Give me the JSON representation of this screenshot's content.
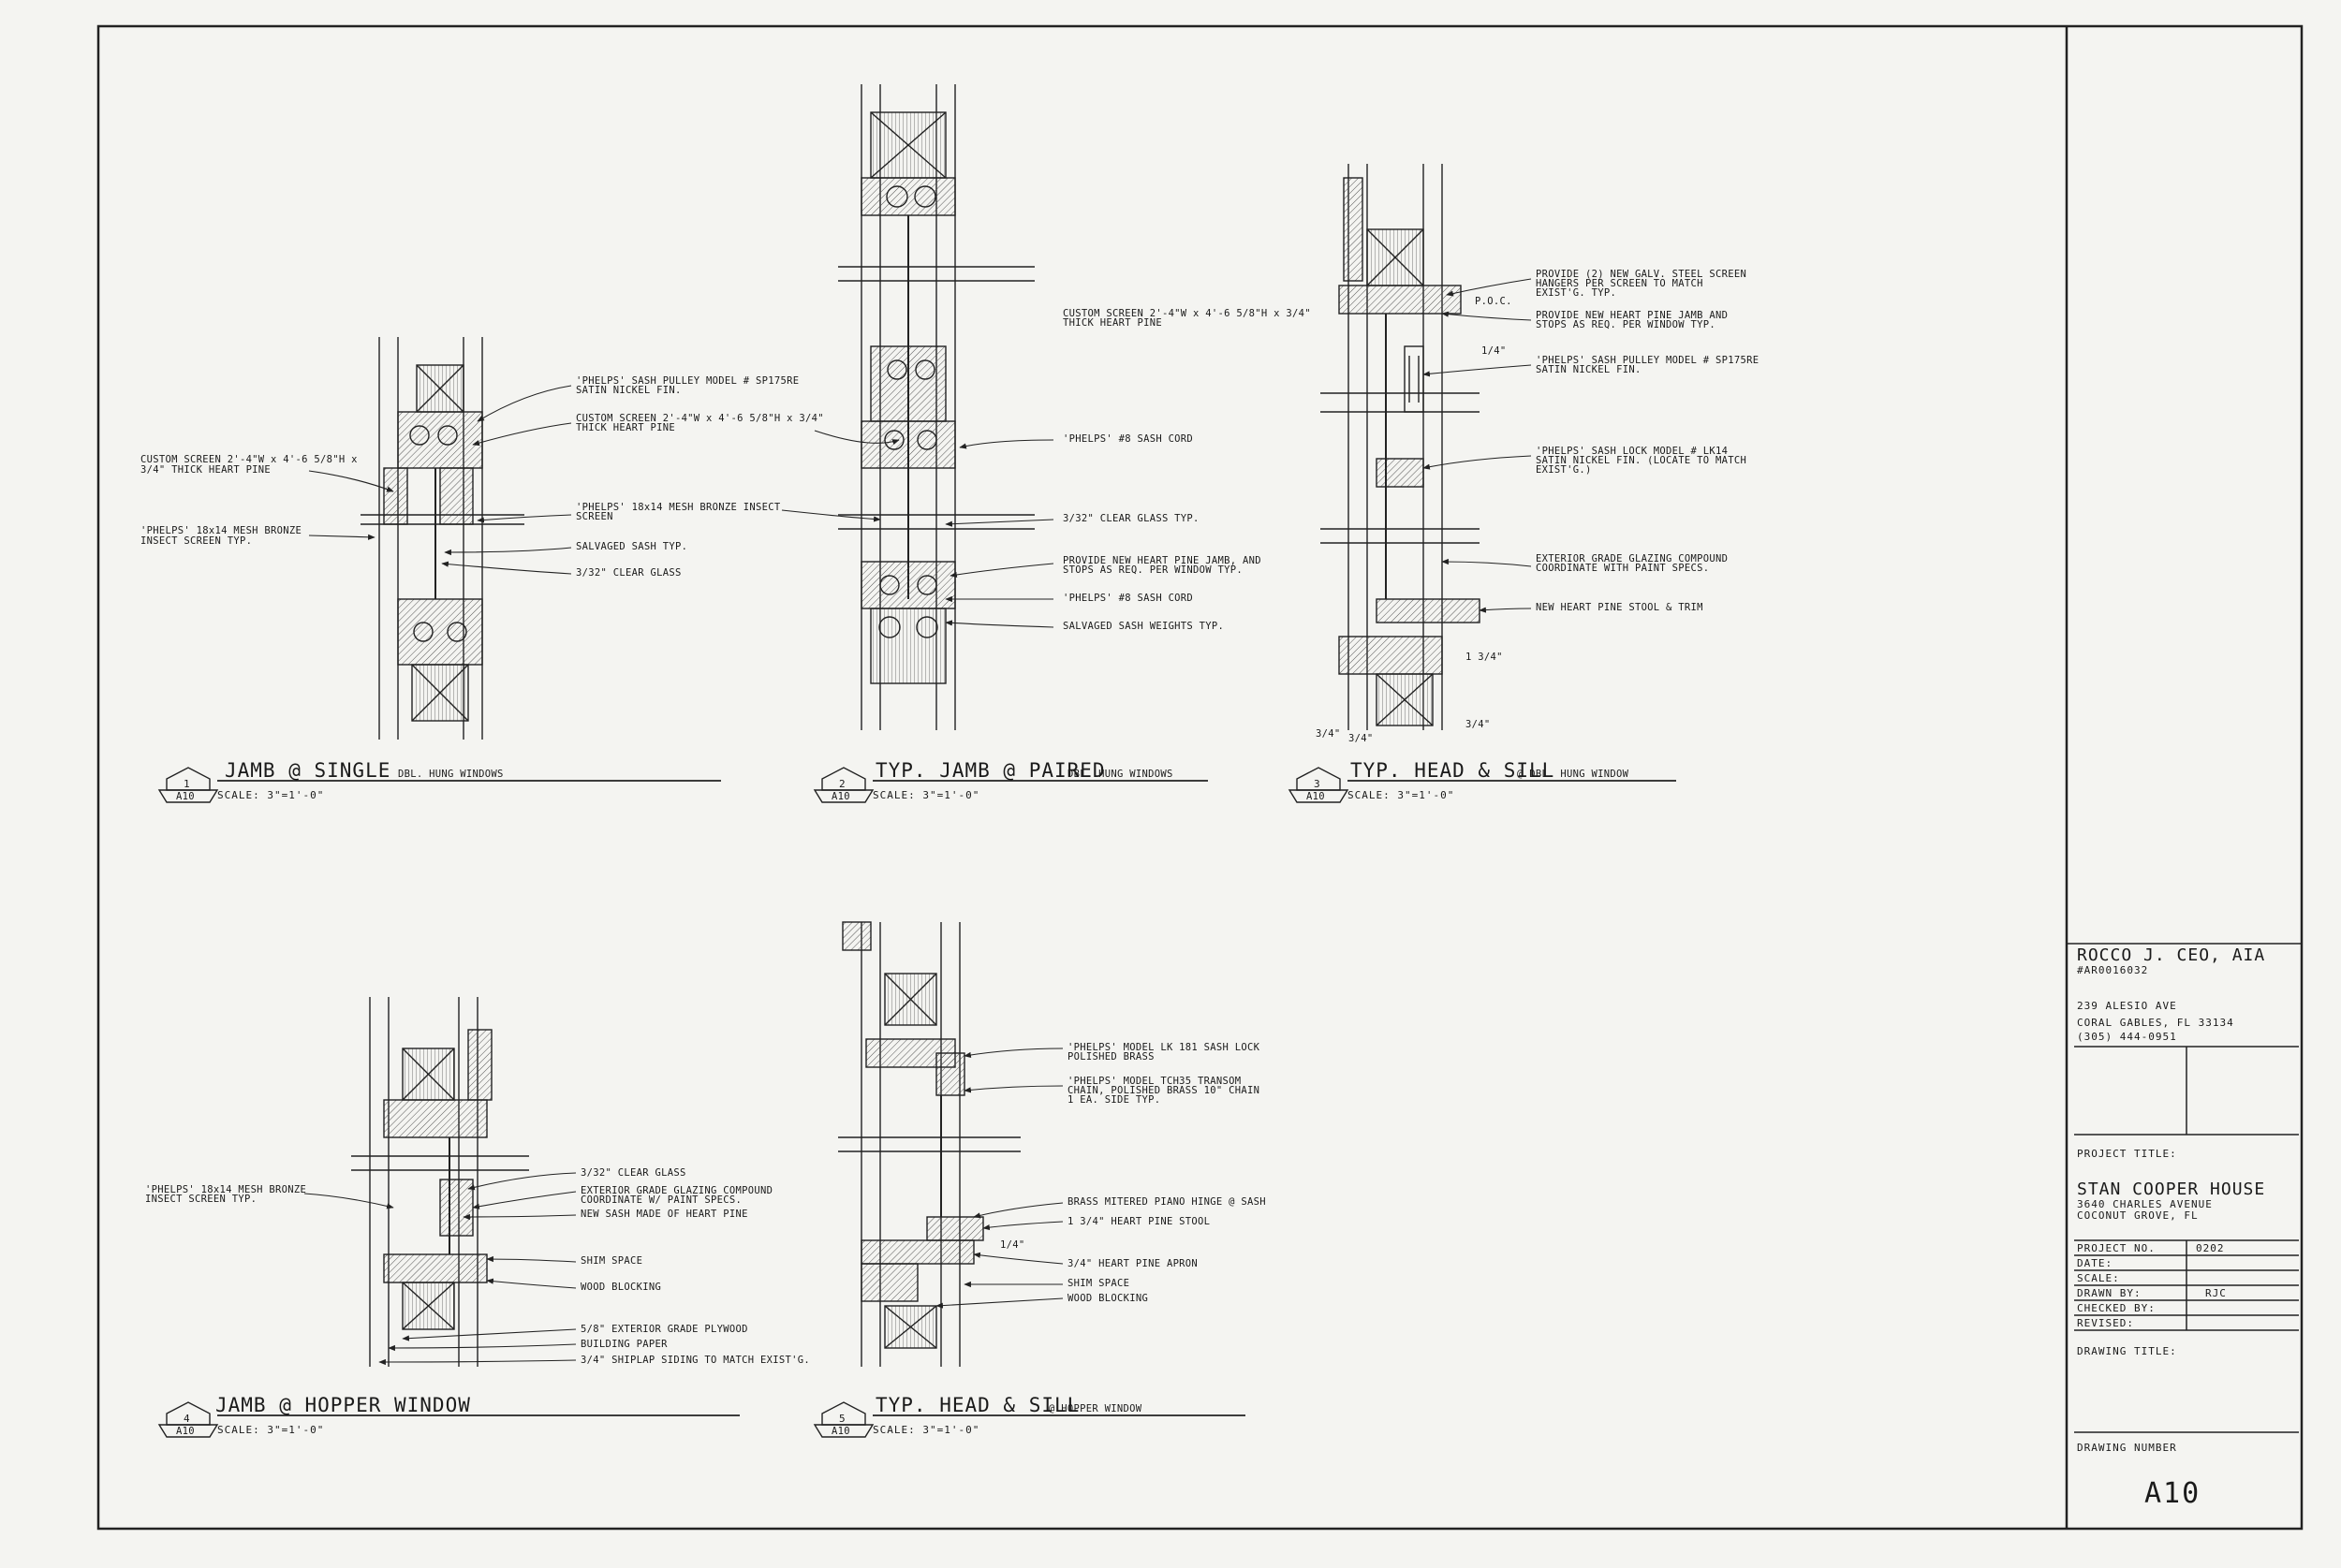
{
  "details": [
    {
      "key": "d1",
      "number": "1",
      "sheet_ref": "A10",
      "title": "JAMB @ SINGLE",
      "subtitle": "DBL. HUNG WINDOWS",
      "scale": "SCALE: 3\"=1'-0\"",
      "notes": [
        "'PHELPS' SASH PULLEY MODEL # SP175RE",
        "SATIN NICKEL FIN.",
        "CUSTOM SCREEN 2'-4\"W x 4'-6 5/8\"H x 3/4\"",
        "THICK HEART PINE",
        "CUSTOM SCREEN 2'-4\"W x 4'-6 5/8\"H x",
        "3/4\" THICK HEART PINE",
        "'PHELPS' 18x14 MESH BRONZE INSECT",
        "SCREEN",
        "'PHELPS' 18x14 MESH BRONZE",
        "INSECT SCREEN TYP.",
        "SALVAGED SASH TYP.",
        "3/32\" CLEAR GLASS"
      ]
    },
    {
      "key": "d2",
      "number": "2",
      "sheet_ref": "A10",
      "title": "TYP. JAMB @ PAIRED",
      "subtitle": "DBL. HUNG WINDOWS",
      "scale": "SCALE: 3\"=1'-0\"",
      "notes": [
        "CUSTOM SCREEN 2'-4\"W x 4'-6 5/8\"H x 3/4\"",
        "THICK HEART PINE",
        "'PHELPS' #8 SASH CORD",
        "3/32\" CLEAR GLASS TYP.",
        "PROVIDE NEW HEART PINE JAMB, AND",
        "STOPS AS REQ. PER WINDOW TYP.",
        "'PHELPS' #8 SASH CORD",
        "SALVAGED SASH WEIGHTS TYP."
      ]
    },
    {
      "key": "d3",
      "number": "3",
      "sheet_ref": "A10",
      "title": "TYP. HEAD & SILL",
      "subtitle": "@ DBL. HUNG WINDOW",
      "scale": "SCALE: 3\"=1'-0\"",
      "notes": [
        "PROVIDE (2) NEW GALV. STEEL SCREEN",
        "HANGERS PER SCREEN TO MATCH",
        "EXIST'G. TYP.",
        "PROVIDE NEW HEART PINE JAMB AND",
        "STOPS AS REQ. PER WINDOW TYP.",
        "'PHELPS' SASH PULLEY MODEL # SP175RE",
        "SATIN NICKEL FIN.",
        "'PHELPS' SASH LOCK MODEL # LK14",
        "SATIN NICKEL FIN. (LOCATE TO MATCH",
        "EXIST'G.)",
        "EXTERIOR GRADE GLAZING COMPOUND",
        "COORDINATE WITH PAINT SPECS.",
        "NEW HEART PINE STOOL & TRIM"
      ],
      "dims": [
        "P.O.C.",
        "1/4\"",
        "1 3/4\"",
        "3/4\"",
        "3/4\"",
        "3/4\""
      ]
    },
    {
      "key": "d4",
      "number": "4",
      "sheet_ref": "A10",
      "title": "JAMB @ HOPPER WINDOW",
      "subtitle": "",
      "scale": "SCALE: 3\"=1'-0\"",
      "notes": [
        "'PHELPS' 18x14 MESH BRONZE",
        "INSECT SCREEN TYP.",
        "3/32\" CLEAR GLASS",
        "EXTERIOR GRADE GLAZING COMPOUND",
        "COORDINATE W/ PAINT SPECS.",
        "NEW SASH MADE OF HEART PINE",
        "SHIM SPACE",
        "WOOD BLOCKING",
        "5/8\" EXTERIOR GRADE PLYWOOD",
        "BUILDING PAPER",
        "3/4\" SHIPLAP SIDING TO MATCH EXIST'G."
      ]
    },
    {
      "key": "d5",
      "number": "5",
      "sheet_ref": "A10",
      "title": "TYP. HEAD & SILL",
      "subtitle": "@ HOPPER WINDOW",
      "scale": "SCALE: 3\"=1'-0\"",
      "notes": [
        "'PHELPS' MODEL LK 181 SASH LOCK",
        "POLISHED BRASS",
        "'PHELPS' MODEL TCH35 TRANSOM",
        "CHAIN, POLISHED BRASS 10\" CHAIN",
        "1 EA. SIDE TYP.",
        "BRASS MITERED PIANO HINGE @ SASH",
        "1 3/4\" HEART PINE STOOL",
        "3/4\" HEART PINE APRON",
        "SHIM SPACE",
        "WOOD BLOCKING"
      ],
      "dims": [
        "1/4\""
      ]
    }
  ],
  "title_block": {
    "architect": "ROCCO J. CEO, AIA",
    "license": "#AR0016032",
    "address1": "239 ALESIO AVE",
    "address2": "CORAL GABLES, FL 33134",
    "phone": "(305) 444-0951",
    "project_title_label": "PROJECT TITLE:",
    "project_name": "STAN COOPER HOUSE",
    "project_address1": "3640 CHARLES AVENUE",
    "project_address2": "COCONUT GROVE, FL",
    "fields": [
      {
        "label": "PROJECT NO.",
        "value": "0202"
      },
      {
        "label": "DATE:",
        "value": ""
      },
      {
        "label": "SCALE:",
        "value": ""
      },
      {
        "label": "DRAWN BY:",
        "value": "RJC"
      },
      {
        "label": "CHECKED BY:",
        "value": ""
      },
      {
        "label": "REVISED:",
        "value": ""
      }
    ],
    "drawing_title_label": "DRAWING TITLE:",
    "drawing_number_label": "DRAWING NUMBER",
    "drawing_number": "A10"
  }
}
